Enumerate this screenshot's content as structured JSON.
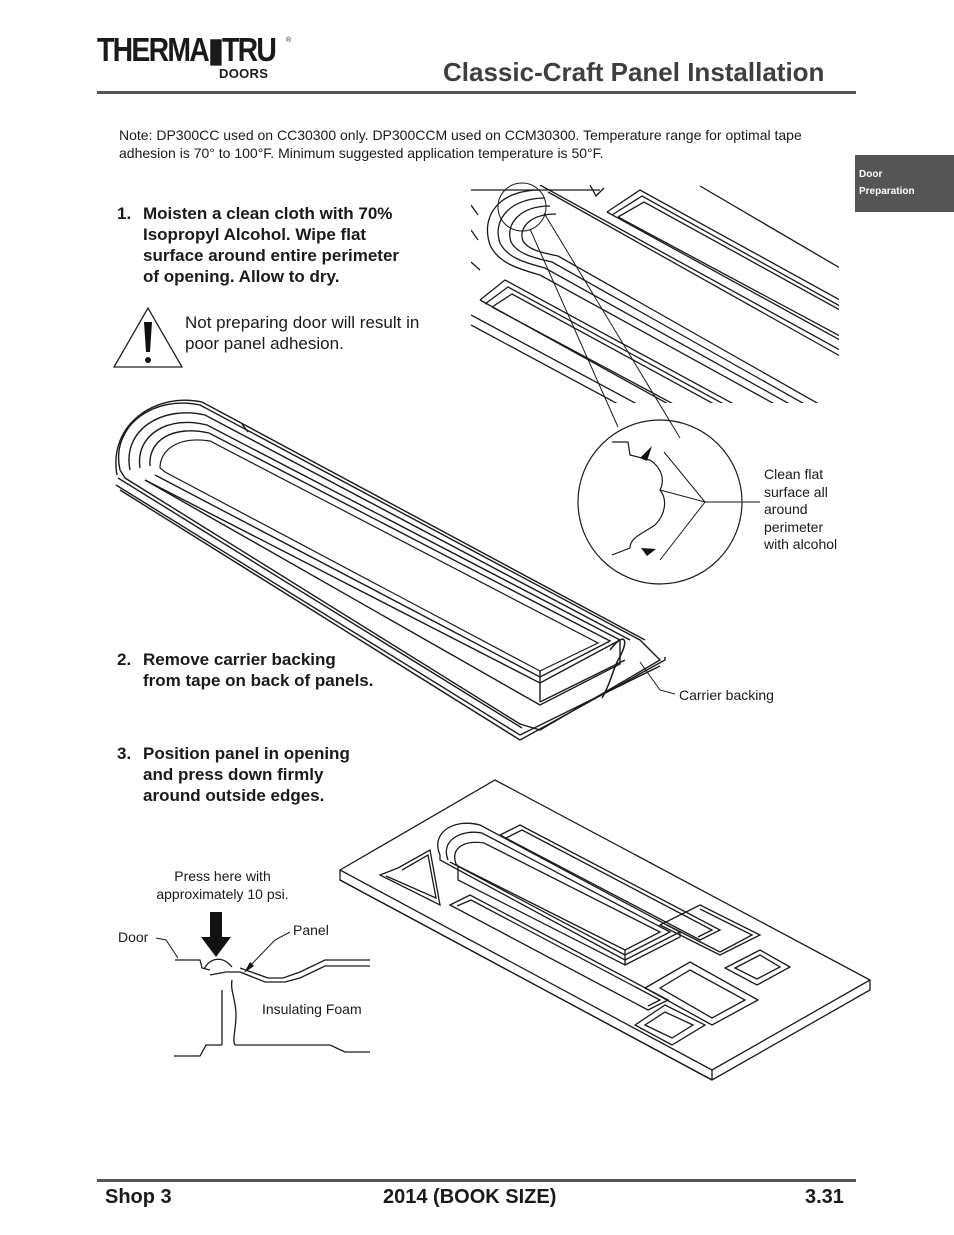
{
  "header": {
    "logo_main": "THERMA▮TRU",
    "logo_registered": "®",
    "logo_sub": "DOORS",
    "title": "Classic-Craft Panel Installation"
  },
  "side_tab": {
    "line1": "Door",
    "line2": "Preparation"
  },
  "note": "Note:    DP300CC used on CC30300 only.  DP300CCM used on CCM30300. Temperature range for optimal tape adhesion is 70° to 100°F.  Minimum suggested application temperature is 50°F.",
  "steps": [
    {
      "number": "1.",
      "text": "Moisten a clean cloth with 70%\nIsopropyl Alcohol.  Wipe flat\nsurface around entire perimeter\nof opening.  Allow to dry."
    },
    {
      "number": "2.",
      "text": "Remove carrier backing\nfrom tape on back of panels."
    },
    {
      "number": "3.",
      "text": "Position panel in opening\nand press down firmly\naround outside edges."
    }
  ],
  "warning": {
    "icon": "warning-triangle-icon",
    "text": "Not preparing door will result in poor panel adhesion."
  },
  "callouts": {
    "clean_flat": "Clean flat\nsurface all\naround\nperimeter\nwith alcohol",
    "carrier_backing": "Carrier backing",
    "press_here": "Press here with\napproximately 10 psi.",
    "door": "Door",
    "panel": "Panel",
    "insulating_foam": "Insulating Foam"
  },
  "footer": {
    "left": "Shop 3",
    "center": "2014 (BOOK SIZE)",
    "right": "3.31"
  }
}
